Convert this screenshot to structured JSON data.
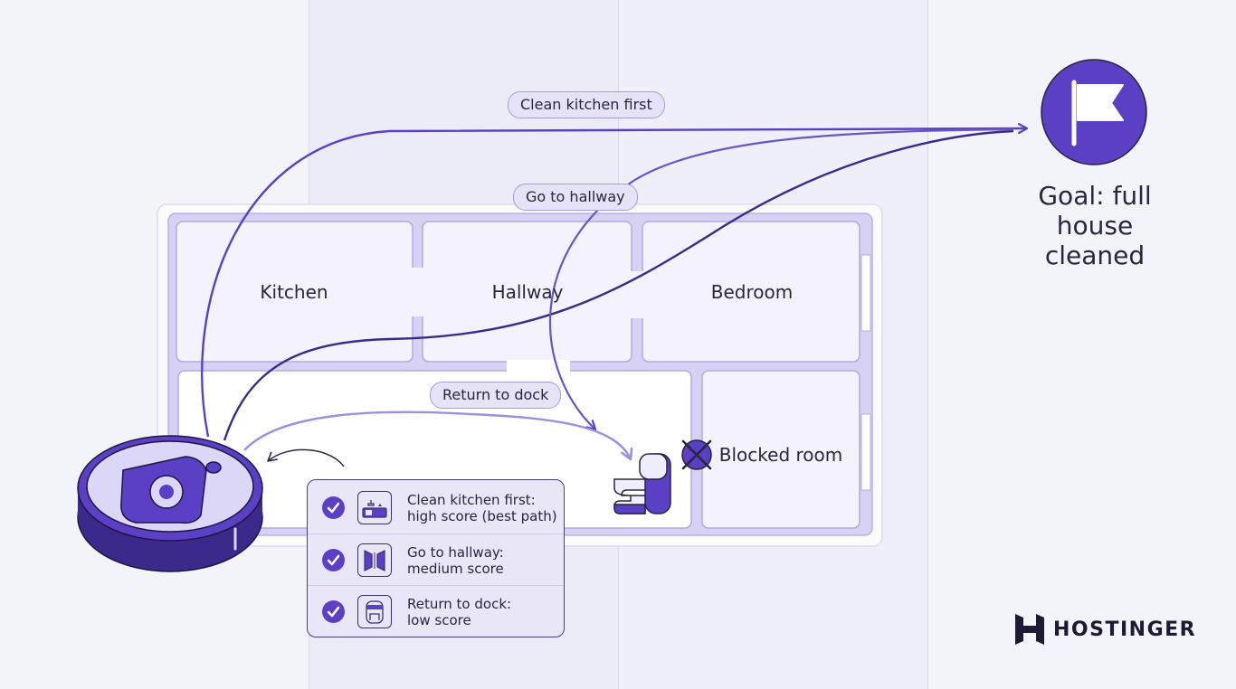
{
  "diagram": {
    "path_labels": {
      "clean_kitchen": "Clean kitchen first",
      "go_hallway": "Go to hallway",
      "return_dock": "Return to dock"
    },
    "rooms": {
      "kitchen": "Kitchen",
      "hallway": "Hallway",
      "bedroom": "Bedroom",
      "blocked": "Blocked room"
    },
    "goal_text": "Goal: full house cleaned",
    "options": [
      {
        "title": "Clean kitchen first:",
        "score": "high score (best path)",
        "icon": "kitchen-stove-icon"
      },
      {
        "title": "Go to hallway:",
        "score": "medium score",
        "icon": "hallway-door-icon"
      },
      {
        "title": "Return to dock:",
        "score": "low score",
        "icon": "dock-station-icon"
      }
    ],
    "brand": "HOSTINGER",
    "colors": {
      "accent": "#5b3fc4",
      "accent_dark": "#3b2a8c",
      "wall": "#cfc9f0",
      "background": "#f2f2fb"
    }
  }
}
